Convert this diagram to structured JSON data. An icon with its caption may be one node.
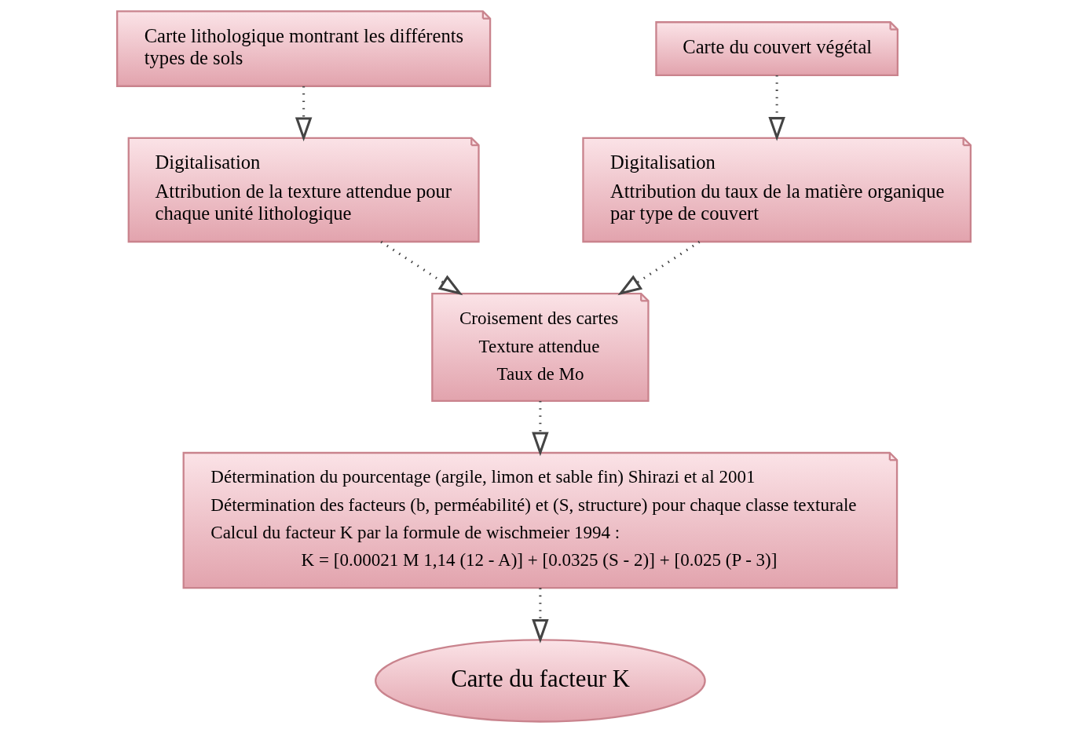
{
  "diagram": {
    "nodes": [
      {
        "text": [
          "Carte lithologique montrant les différents types de sols"
        ]
      },
      {
        "text": [
          "Digitalisation",
          "Attribution de la texture attendue pour chaque unité lithologique"
        ]
      },
      {
        "text": [
          "Carte du couvert végétal"
        ]
      },
      {
        "text": [
          "Digitalisation",
          "Attribution du taux de la matière organique par type de couvert"
        ]
      },
      {
        "text": [
          "Croisement des cartes",
          "Texture attendue",
          "Taux de Mo"
        ]
      },
      {
        "text": [
          "Détermination du pourcentage (argile, limon et sable fin) Shirazi et al 2001",
          "Détermination des facteurs (b, perméabilité) et (S, structure) pour chaque classe texturale",
          "Calcul du facteur K par la formule de wischmeier 1994 :",
          "K = [0.00021 M 1,14 (12 - A)] + [0.0325 (S - 2)] + [0.025 (P - 3)]"
        ]
      },
      {
        "text": [
          "Carte du facteur K"
        ]
      }
    ],
    "edges": [
      {
        "from": 0,
        "to": 1,
        "arrow": "to"
      },
      {
        "from": 2,
        "to": 3,
        "arrow": "to"
      },
      {
        "from": 1,
        "to": 4,
        "arrow": "to"
      },
      {
        "from": 3,
        "to": 4,
        "arrow": "to"
      },
      {
        "from": 4,
        "to": 5,
        "arrow": "to"
      },
      {
        "from": 5,
        "to": 6,
        "arrow": "to"
      }
    ]
  }
}
